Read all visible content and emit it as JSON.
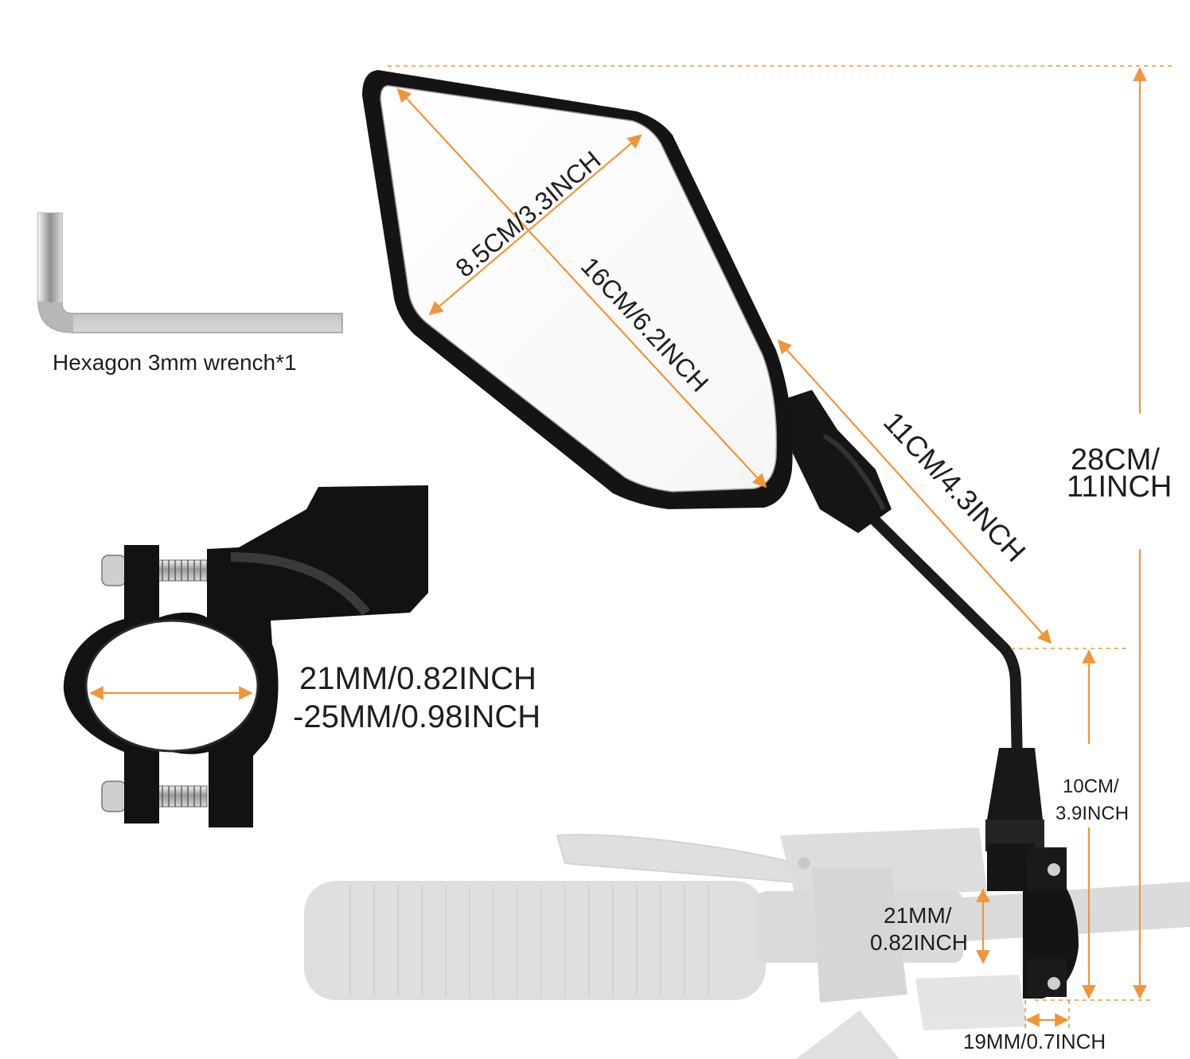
{
  "accent_color": "#f0953a",
  "wrench": {
    "caption": "Hexagon 3mm wrench*1",
    "icon": "hex-key-icon"
  },
  "clamp": {
    "icon": "handlebar-clamp-icon",
    "inner_size_line1": "21MM/0.82INCH",
    "inner_size_line2": "-25MM/0.98INCH"
  },
  "mirror": {
    "icon": "bike-mirror-icon",
    "glass_width": "8.5CM/3.3INCH",
    "glass_length": "16CM/6.2INCH",
    "arm_length": "11CM/4.3INCH",
    "total_height_line1": "28CM/",
    "total_height_line2": "11INCH",
    "stem_height_line1": "10CM/",
    "stem_height_line2": "3.9INCH",
    "bar_diameter_line1": "21MM/",
    "bar_diameter_line2": "0.82INCH",
    "clamp_width": "19MM/0.7INCH"
  },
  "handlebar": {
    "icon": "handlebar-grip-icon"
  }
}
